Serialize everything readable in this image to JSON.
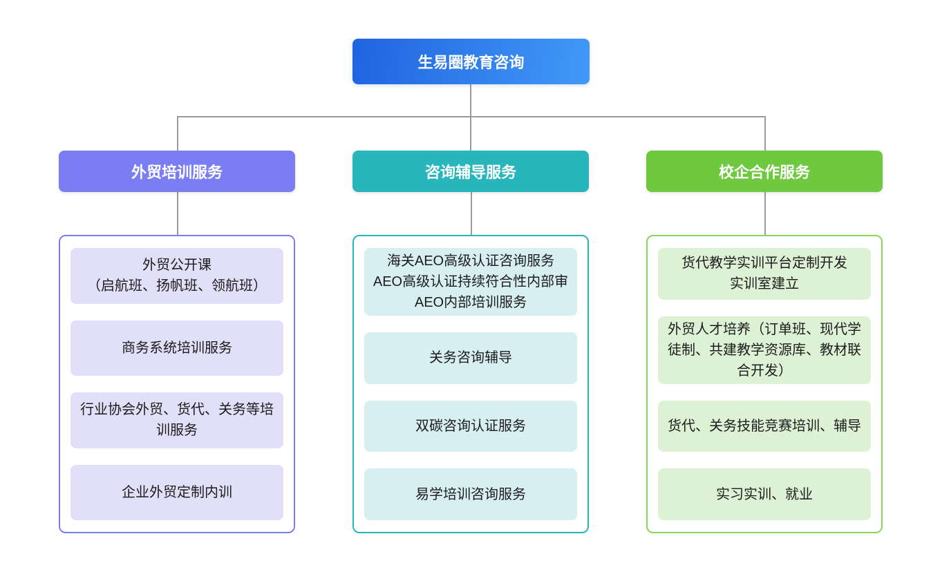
{
  "root": {
    "label": "生易圈教育咨询"
  },
  "branches": [
    {
      "label": "外贸培训服务",
      "items": [
        "外贸公开课\n（启航班、扬帆班、领航班）",
        "商务系统培训服务",
        "行业协会外贸、货代、关务等培训服务",
        "企业外贸定制内训"
      ]
    },
    {
      "label": "咨询辅导服务",
      "items": [
        "海关AEO高级认证咨询服务\nAEO高级认证持续符合性内部审\nAEO内部培训服务",
        "关务咨询辅导",
        "双碳咨询认证服务",
        "易学培训咨询服务"
      ]
    },
    {
      "label": "校企合作服务",
      "items": [
        "货代教学实训平台定制开发\n实训室建立",
        "外贸人才培养（订单班、现代学徒制、共建教学资源库、教材联合开发）",
        "货代、关务技能竞赛培训、辅导",
        "实习实训、就业"
      ]
    }
  ],
  "colors": {
    "root_gradient_start": "#1f64e0",
    "root_gradient_end": "#4299f7",
    "branch1": "#7a7ef2",
    "branch1_light": "#e1e0f8",
    "branch2": "#29b5bc",
    "branch2_light": "#d8eff1",
    "branch3": "#6fc93f",
    "branch3_border": "#8bd35f",
    "branch3_light": "#ddf1d5",
    "connector": "#959ba3",
    "text": "#1c1c1c"
  }
}
